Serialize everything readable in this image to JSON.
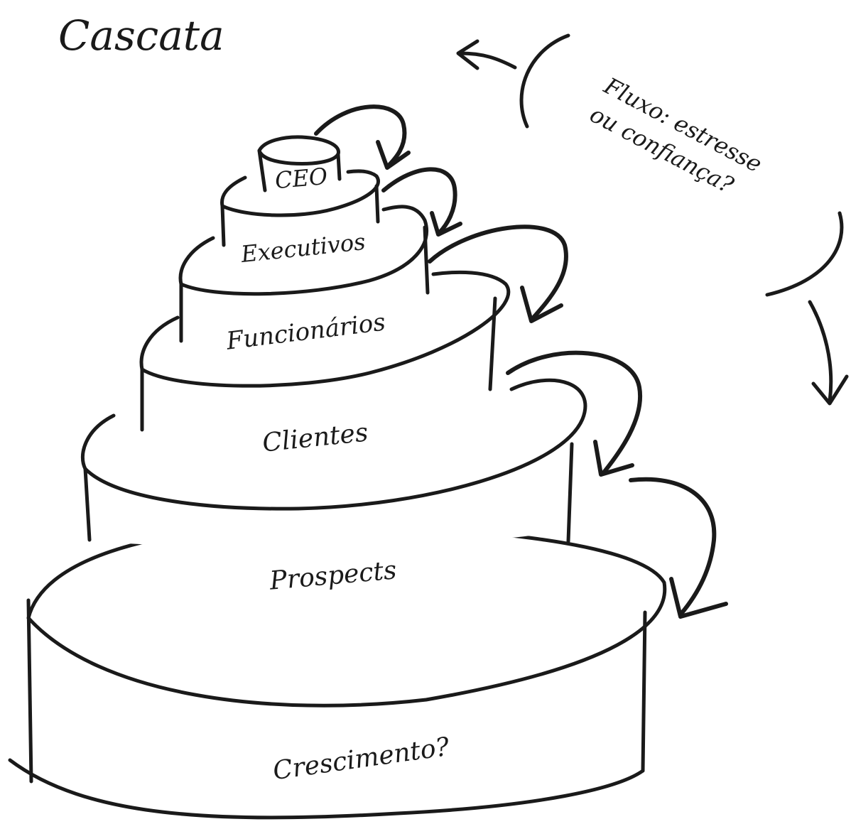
{
  "title": "Cascata",
  "side_note": {
    "line1": "Fluxo: estresse",
    "line2": "ou confiança?"
  },
  "tiers": [
    {
      "label": "CEO"
    },
    {
      "label": "Executivos"
    },
    {
      "label": "Funcionários"
    },
    {
      "label": "Clientes"
    },
    {
      "label": "Prospects"
    },
    {
      "label": "Crescimento?"
    }
  ],
  "colors": {
    "ink": "#1a1a1a",
    "paper": "#ffffff"
  },
  "icons": [
    "curved-arrow-icon",
    "bracket-icon"
  ]
}
